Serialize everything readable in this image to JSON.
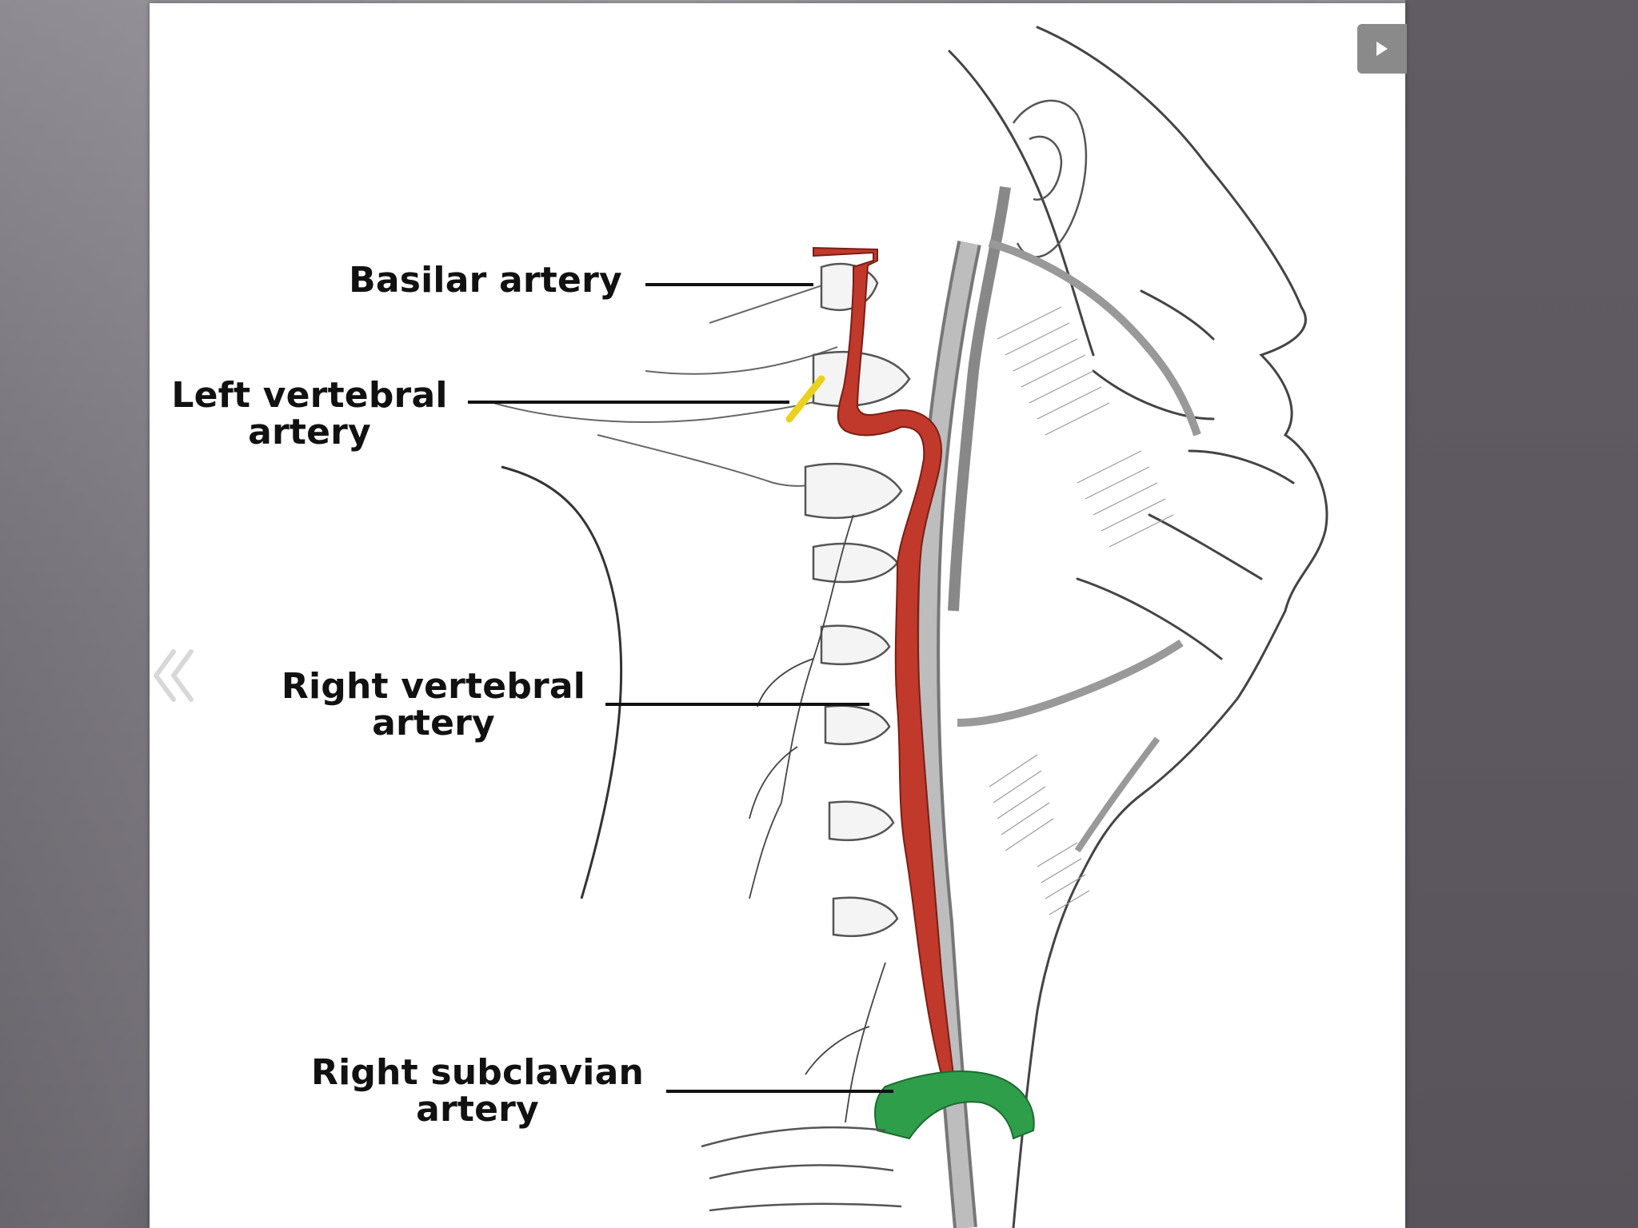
{
  "slide": {
    "labels": {
      "basilar": "Basilar artery",
      "left_vertebral_line1": "Left vertebral",
      "left_vertebral_line2": "artery",
      "right_vertebral_line1": "Right vertebral",
      "right_vertebral_line2": "artery",
      "right_subclavian_line1": "Right subclavian",
      "right_subclavian_line2": "artery"
    }
  },
  "controls": {
    "next_icon": "play-icon",
    "prev_icon": "chevron-double-left-icon"
  },
  "colors": {
    "artery_red": "#c0392b",
    "subclavian_green": "#2e9e4a",
    "nerve_yellow": "#e8d21f",
    "slide_bg": "#ffffff"
  }
}
